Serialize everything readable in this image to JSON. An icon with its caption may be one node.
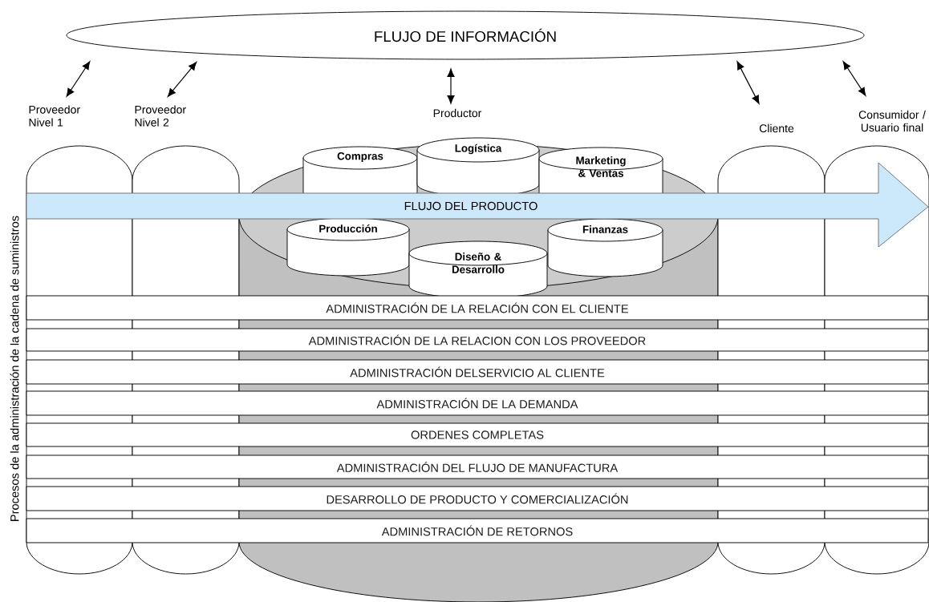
{
  "diagram": {
    "nodes": [
      {
        "text": [
          "FLUJO DE INFORMACIÓN"
        ]
      },
      {
        "text": [
          "Proveedor Nivel 1"
        ]
      },
      {
        "text": [
          "Proveedor Nivel 2"
        ]
      },
      {
        "text": [
          "Productor"
        ]
      },
      {
        "text": [
          "Compras"
        ]
      },
      {
        "text": [
          "Logística"
        ]
      },
      {
        "text": [
          "Marketing & Ventas"
        ]
      },
      {
        "text": [
          "Producción"
        ],
        "in": 3
      },
      {
        "text": [
          "Diseño & Desarrollo"
        ],
        "in": 3
      },
      {
        "text": [
          "Finanzas"
        ],
        "in": 3
      },
      {
        "text": [
          "Cliente"
        ]
      },
      {
        "text": [
          "Consumidor / Usuario final"
        ]
      },
      {
        "text": [
          "FLUJO DEL PRODUCTO"
        ]
      },
      {
        "text": [
          "ADMINISTRACIÓN DE LA RELACIÓN CON EL CLIENTE"
        ]
      },
      {
        "text": [
          "ADMINISTRACIÓN DE LA RELACION CON LOS PROVEEDOR"
        ]
      },
      {
        "text": [
          "ADMINISTRACIÓN DELSERVICIO AL CLIENTE"
        ]
      },
      {
        "text": [
          "ADMINISTRACIÓN DE LA DEMANDA"
        ]
      },
      {
        "text": [
          "ORDENES COMPLETAS"
        ]
      },
      {
        "text": [
          "ADMINISTRACIÓN DEL FLUJO DE MANUFACTURA"
        ]
      },
      {
        "text": [
          "DESARROLLO DE PRODUCTO Y COMERCIALIZACIÓN"
        ]
      },
      {
        "text": [
          "ADMINISTRACIÓN DE RETORNOS"
        ]
      }
    ],
    "edges": [
      {
        "from": 0,
        "to": 1,
        "arrow": "both"
      },
      {
        "from": 0,
        "to": 2,
        "arrow": "both"
      },
      {
        "from": 0,
        "to": 3,
        "arrow": "both"
      },
      {
        "from": 0,
        "to": 10,
        "arrow": "both"
      },
      {
        "from": 0,
        "to": 11,
        "arrow": "both"
      }
    ],
    "labels": [
      "Procesos de la administración de la cadena de suministros"
    ]
  }
}
